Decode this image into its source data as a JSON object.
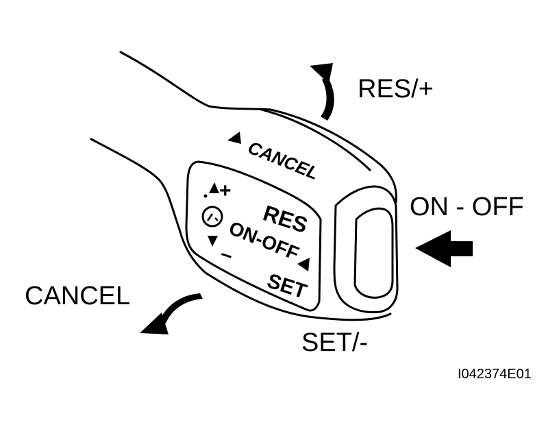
{
  "labels": {
    "res_plus": "RES/+",
    "on_off": "ON - OFF",
    "cancel": "CANCEL",
    "set_minus": "SET/-",
    "figure_code": "I042374E01"
  },
  "lever_markings": {
    "cancel": "CANCEL",
    "res": "RES",
    "on_off": "ON-OFF",
    "set": "SET",
    "plus": "+",
    "minus": "–"
  },
  "icons": [
    "arrow-up-curved-icon",
    "arrow-left-icon",
    "arrow-down-left-curved-icon",
    "speedometer-icon",
    "triangle-icon"
  ]
}
